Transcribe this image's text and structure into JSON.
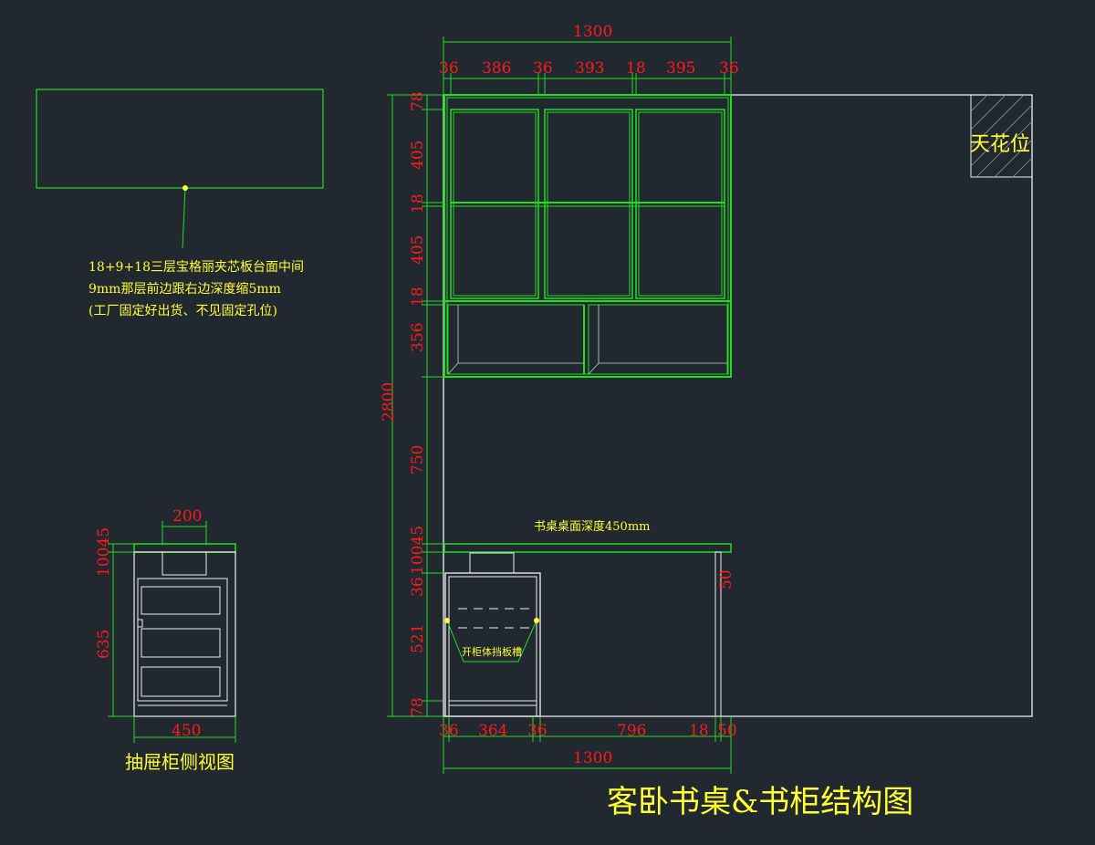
{
  "drawing_title": "客卧书桌&书柜结构图",
  "ceiling_label": "天花位",
  "note_lines": [
    "18+9+18三层宝格丽夹芯板台面中间",
    "9mm那层前边跟右边深度缩5mm",
    "(工厂固定好出货、不见固定孔位)"
  ],
  "desk_depth_label": "书桌桌面深度450mm",
  "door_panel_label": "开柜体挡板槽",
  "side_view_title": "抽屉柜侧视图",
  "dimensions": {
    "top_total": "1300",
    "top_segments": [
      "36",
      "386",
      "36",
      "393",
      "18",
      "395",
      "36"
    ],
    "bottom_segments": [
      "36",
      "364",
      "36",
      "796",
      "18",
      "50"
    ],
    "bottom_total": "1300",
    "overall_height": "2800",
    "vertical_segments": [
      "78",
      "405",
      "18",
      "405",
      "18",
      "356",
      "750",
      "10045",
      "36",
      "521",
      "78"
    ],
    "desk_leg_depth": "50",
    "side_top_width": "200",
    "side_top_thickness": "10045",
    "side_height": "635",
    "side_depth": "450"
  }
}
